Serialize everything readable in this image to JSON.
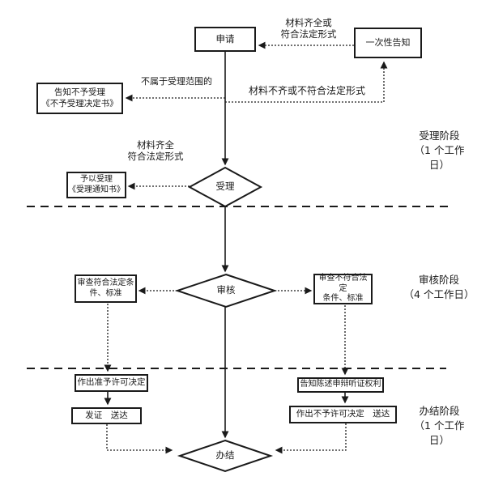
{
  "diagram": {
    "nodes": {
      "apply": "申请",
      "one_time_notice": "一次性告知",
      "reject_notice": "告知不予受理\n《不予受理决定书》",
      "accept_notice": "予以受理\n《受理通知书》",
      "accept_check": "受理",
      "review_check": "审核",
      "review_pass": "审查符合法定条\n件、标准",
      "review_fail": "审查不符合法定\n条件、标准",
      "grant_decision": "作出准予许可决定",
      "issue_deliver": "发证　送达",
      "hearing_notice": "告知陈述申辩听证权利",
      "deny_decision": "作出不予许可决定　送达",
      "complete": "办结"
    },
    "edge_labels": {
      "materials_complete_top": "材料齐全或\n符合法定形式",
      "not_in_scope": "不属于受理范围的",
      "materials_incomplete": "材料不齐或不符合法定形式",
      "materials_complete_mid": "材料齐全\n符合法定形式"
    },
    "stages": {
      "stage1": "受理阶段\n（1 个工作\n日）",
      "stage2": "审核阶段\n（4 个工作日）",
      "stage3": "办结阶段\n（1 个工作\n日）"
    },
    "colors": {
      "line": "#1a1a1a",
      "background": "#ffffff",
      "text": "#1a1a1a"
    }
  }
}
